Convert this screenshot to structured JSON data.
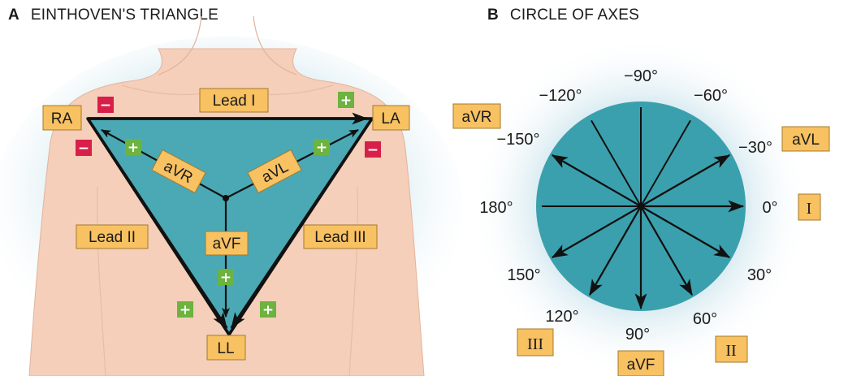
{
  "panel_a": {
    "letter": "A",
    "title": "EINTHOVEN'S TRIANGLE",
    "electrodes": {
      "ra": "RA",
      "la": "LA",
      "ll": "LL"
    },
    "leads": {
      "lead1": "Lead I",
      "lead2": "Lead II",
      "lead3": "Lead III",
      "avr": "aVR",
      "avl": "aVL",
      "avf": "aVF"
    },
    "signs": {
      "plus": "+",
      "minus": "−"
    },
    "colors": {
      "triangle": "#4aa9b5",
      "label_box": "#f8c162",
      "plus": "#6cb33f",
      "minus": "#d81f4a",
      "skin": "#f6d1bc",
      "halo": "#cfe6ee"
    }
  },
  "panel_b": {
    "letter": "B",
    "title": "CIRCLE OF AXES",
    "angles": {
      "m90": "−90°",
      "m120": "−120°",
      "m60": "−60°",
      "m150": "−150°",
      "m30": "−30°",
      "a180": "180°",
      "a0": "0°",
      "a150": "150°",
      "a30": "30°",
      "a120": "120°",
      "a60": "60°",
      "a90": "90°"
    },
    "leads": {
      "avr": "aVR",
      "avl": "aVL",
      "i": "I",
      "ii": "II",
      "iii": "III",
      "avf": "aVF"
    },
    "colors": {
      "circle": "#3ba0ad",
      "halo": "#d5eaf1"
    }
  }
}
